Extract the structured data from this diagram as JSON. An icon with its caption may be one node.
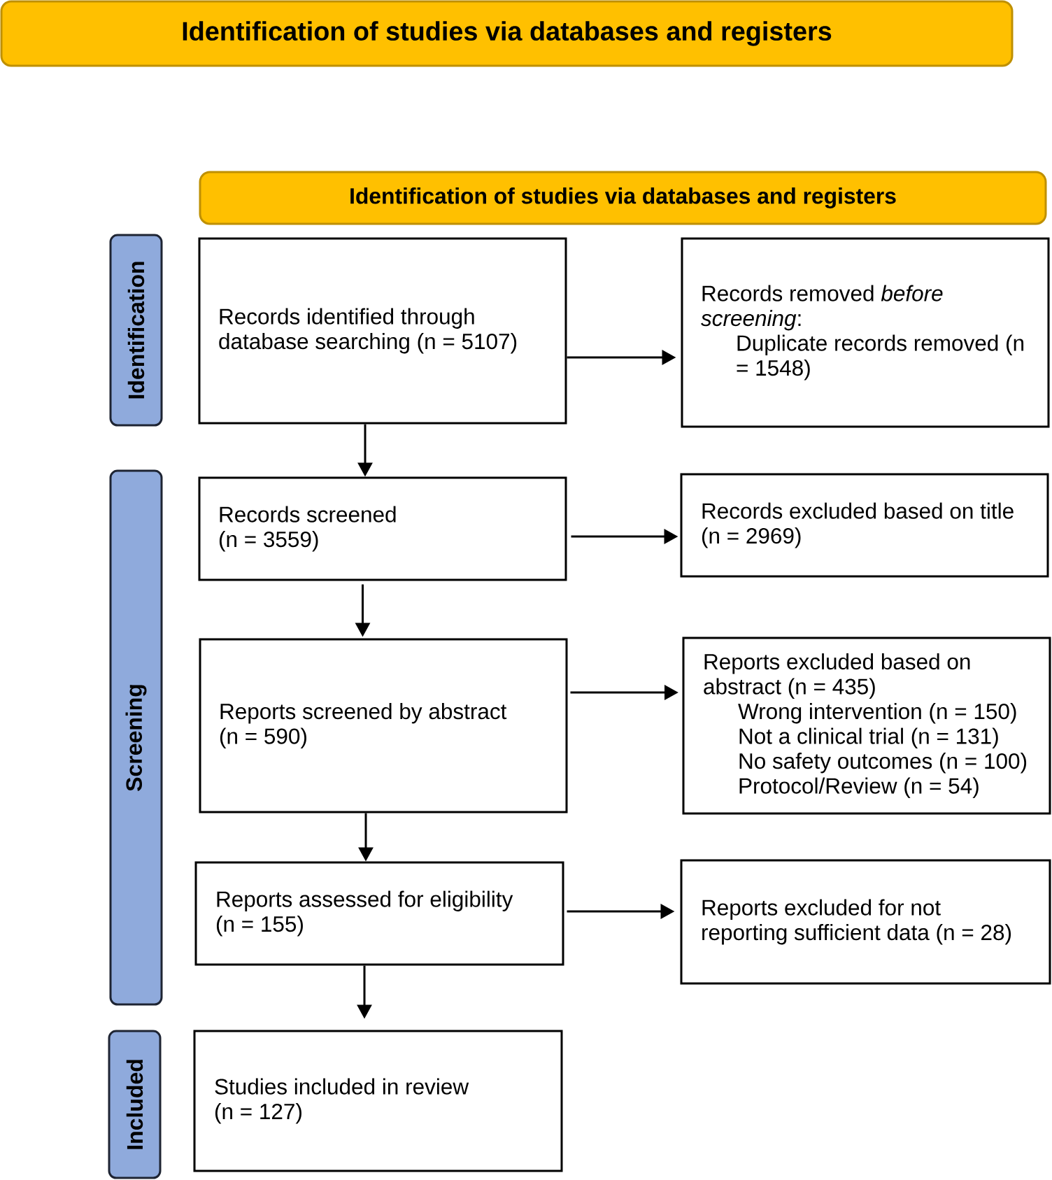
{
  "diagram": {
    "nodes": [
      {
        "text": [
          "Identification of studies via databases and registers"
        ]
      },
      {
        "text": [
          "Identification of studies via databases and registers"
        ]
      },
      {
        "text": [
          "Identification"
        ]
      },
      {
        "text": [
          "Records identified through database searching (n = 5107)"
        ]
      },
      {
        "text": [
          "Records removed *before screening*:",
          "Duplicate records removed (n = 1548)"
        ]
      },
      {
        "text": [
          "Screening"
        ]
      },
      {
        "text": [
          "Records screened (n = 3559)"
        ]
      },
      {
        "text": [
          "Records excluded based on title (n = 2969)"
        ]
      },
      {
        "text": [
          "Reports screened by abstract (n = 590)"
        ]
      },
      {
        "text": [
          "Reports excluded based on abstract (n = 435)",
          "Wrong intervention (n = 150)",
          "Not a clinical trial (n = 131)",
          "No safety outcomes (n = 100)",
          "Protocol/Review (n = 54)"
        ]
      },
      {
        "text": [
          "Reports assessed for eligibility (n = 155)"
        ]
      },
      {
        "text": [
          "Reports excluded for not reporting sufficient data (n = 28)"
        ]
      },
      {
        "text": [
          "Included"
        ]
      },
      {
        "text": [
          "Studies included in review (n = 127)"
        ]
      }
    ],
    "edges": [
      {
        "from": 3,
        "to": 4,
        "arrow": "to"
      },
      {
        "from": 3,
        "to": 6,
        "arrow": "to"
      },
      {
        "from": 6,
        "to": 7,
        "arrow": "to"
      },
      {
        "from": 6,
        "to": 8,
        "arrow": "to"
      },
      {
        "from": 8,
        "to": 9,
        "arrow": "to"
      },
      {
        "from": 8,
        "to": 10,
        "arrow": "to"
      },
      {
        "from": 10,
        "to": 11,
        "arrow": "to"
      },
      {
        "from": 10,
        "to": 13,
        "arrow": "to"
      }
    ]
  }
}
